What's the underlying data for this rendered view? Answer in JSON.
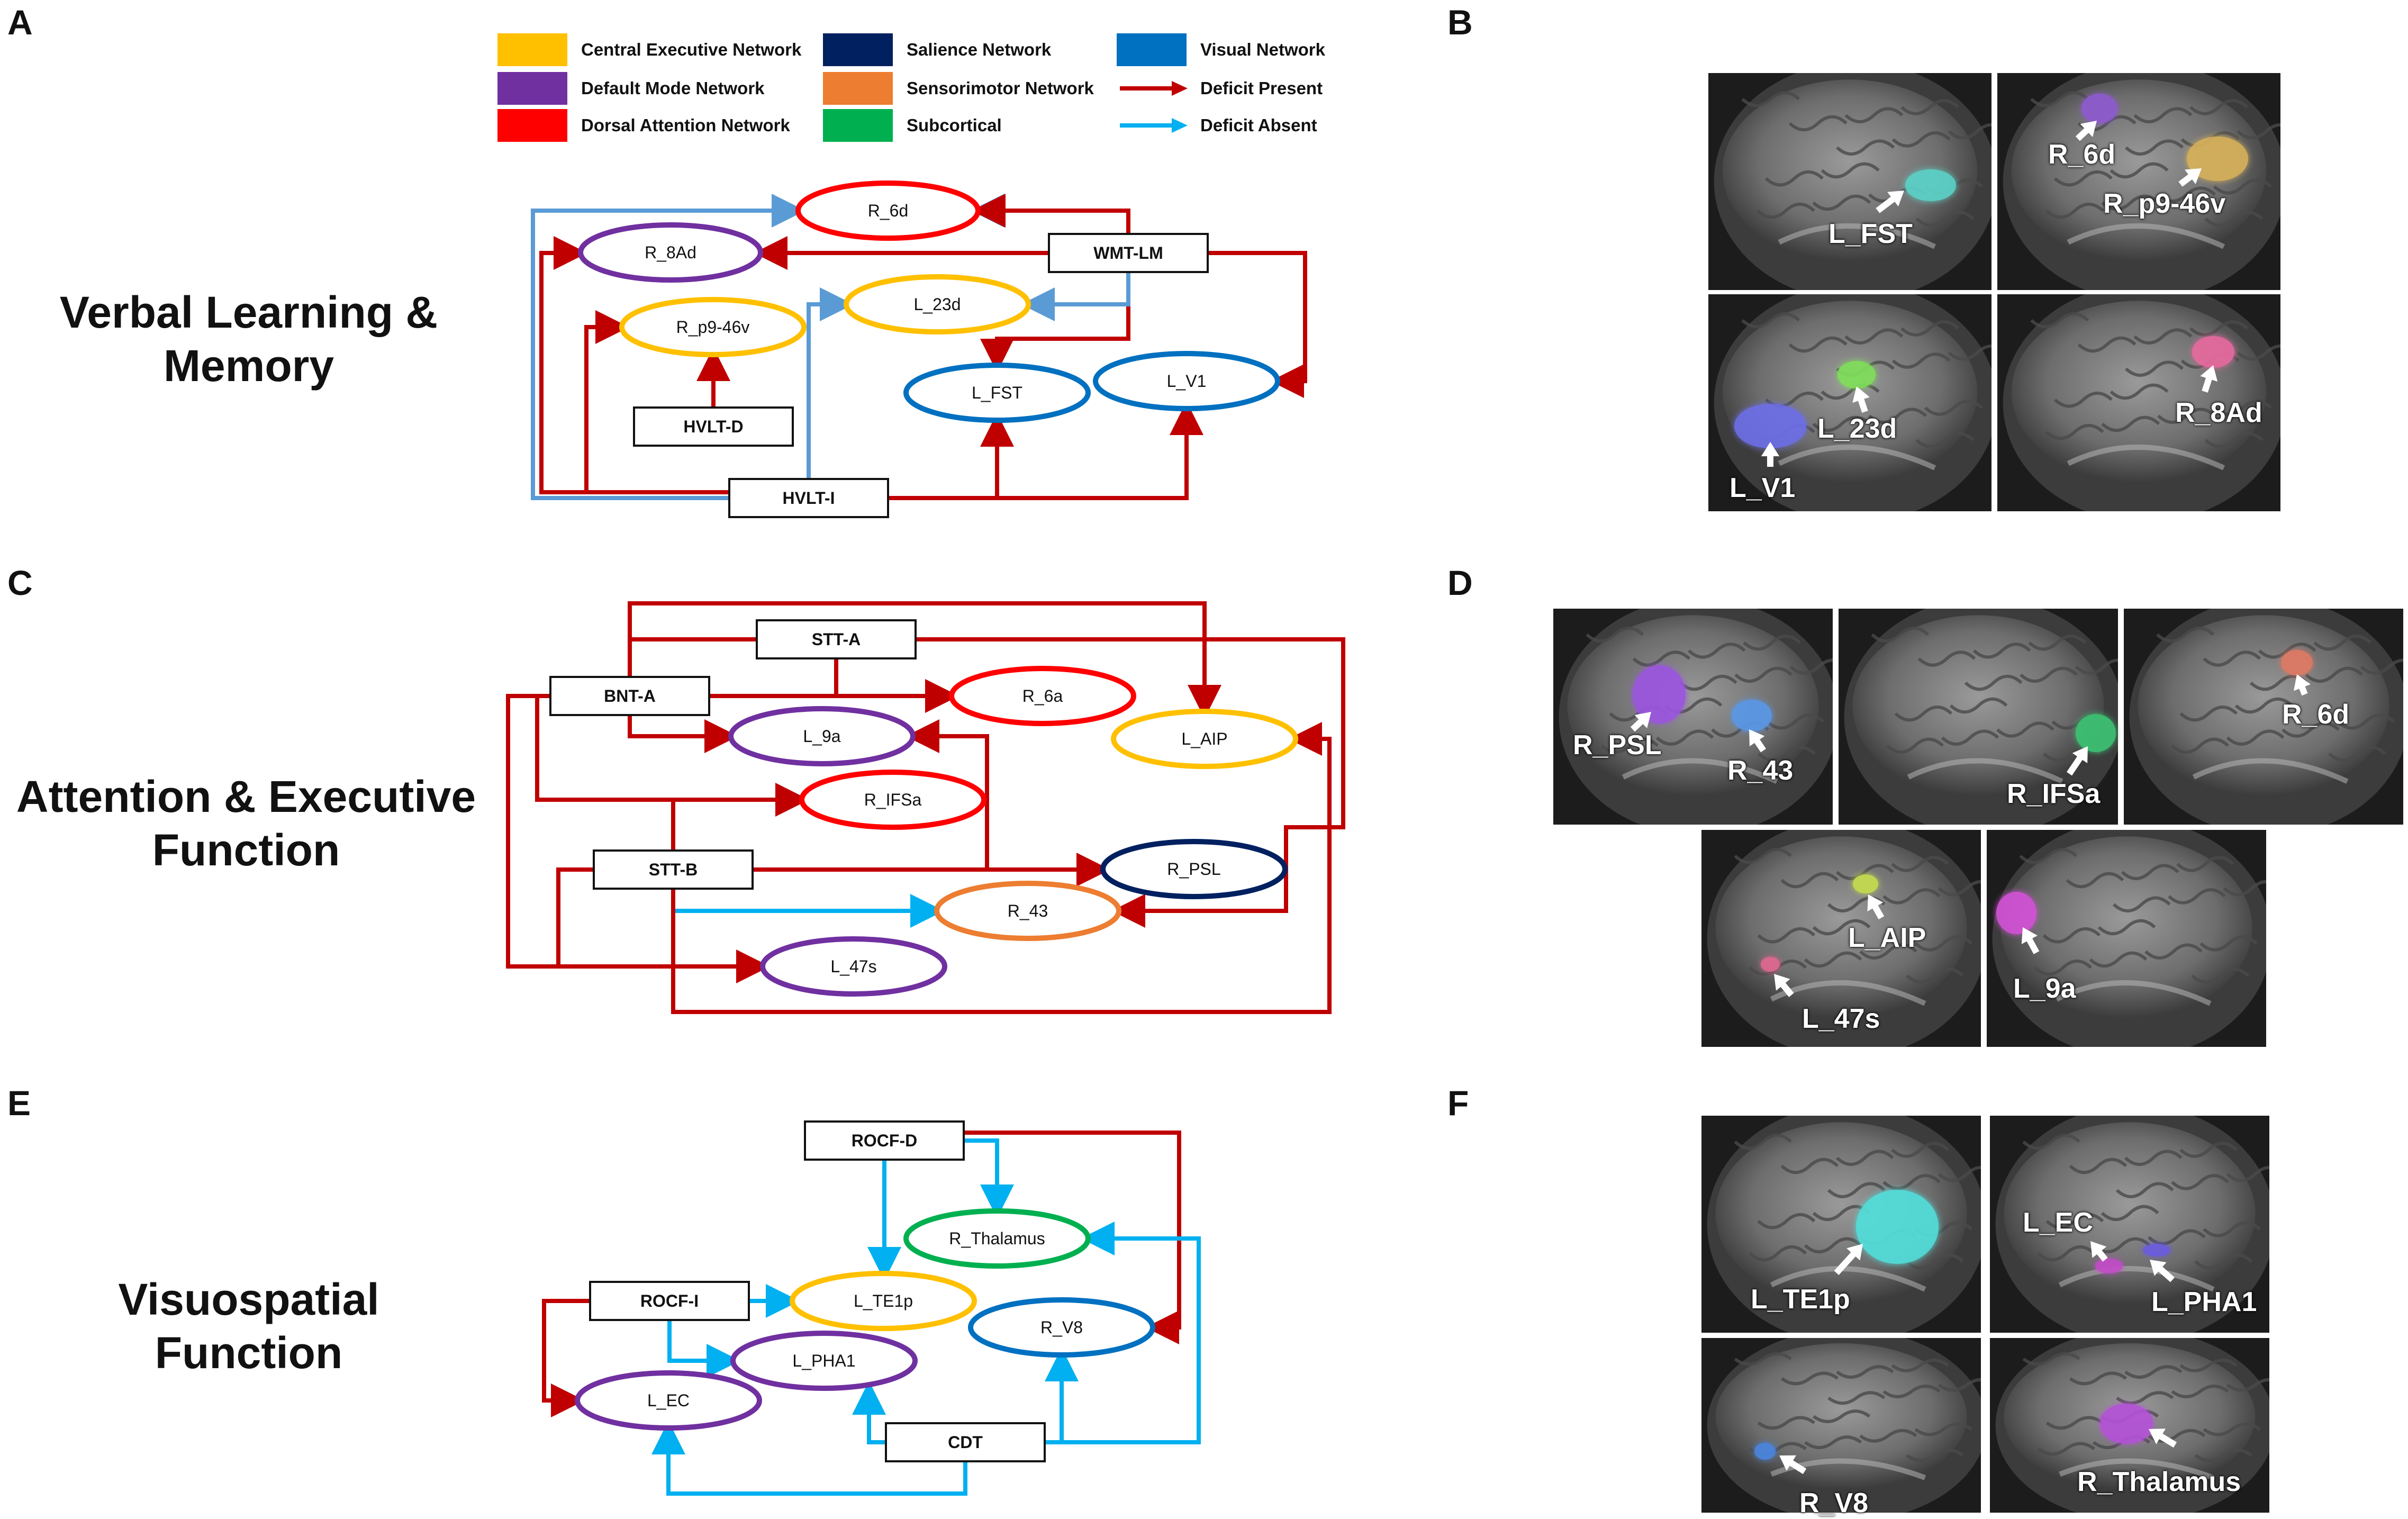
{
  "panels": {
    "A": "A",
    "B": "B",
    "C": "C",
    "D": "D",
    "E": "E",
    "F": "F"
  },
  "domains": {
    "verbal": [
      "Verbal Learning &",
      "Memory"
    ],
    "attention": [
      "Attention & Executive",
      "Function"
    ],
    "visuo": [
      "Visuospatial",
      "Function"
    ]
  },
  "legend": [
    {
      "label": "Central Executive Network",
      "color": "#FFC000",
      "kind": "swatch"
    },
    {
      "label": "Default Mode Network",
      "color": "#7030A0",
      "kind": "swatch"
    },
    {
      "label": "Dorsal Attention Network",
      "color": "#FF0000",
      "kind": "swatch"
    },
    {
      "label": "Salience Network",
      "color": "#002060",
      "kind": "swatch"
    },
    {
      "label": "Sensorimotor Network",
      "color": "#ED7D31",
      "kind": "swatch"
    },
    {
      "label": "Subcortical",
      "color": "#00B050",
      "kind": "swatch"
    },
    {
      "label": "Visual Network",
      "color": "#0070C0",
      "kind": "swatch"
    },
    {
      "label": "Deficit Present",
      "color": "#C00000",
      "kind": "arrow"
    },
    {
      "label": "Deficit Absent",
      "color": "#00B0F0",
      "kind": "arrow"
    }
  ],
  "colors": {
    "present": "#C00000",
    "absent": "#00B0F0",
    "absent_A": "#5B9BD5",
    "CEN": "#FFC000",
    "DMN": "#7030A0",
    "DAN": "#FF0000",
    "SAL": "#002060",
    "SMN": "#ED7D31",
    "SUB": "#00B050",
    "VIS": "#0070C0"
  },
  "graphA": {
    "nodes": [
      {
        "id": "R_6d",
        "label": "R_6d",
        "net": "DAN",
        "shape": "ellipse"
      },
      {
        "id": "R_8Ad",
        "label": "R_8Ad",
        "net": "DMN",
        "shape": "ellipse"
      },
      {
        "id": "R_p9-46v",
        "label": "R_p9-46v",
        "net": "CEN",
        "shape": "ellipse"
      },
      {
        "id": "L_23d",
        "label": "L_23d",
        "net": "CEN",
        "shape": "ellipse"
      },
      {
        "id": "L_FST",
        "label": "L_FST",
        "net": "VIS",
        "shape": "ellipse"
      },
      {
        "id": "L_V1",
        "label": "L_V1",
        "net": "VIS",
        "shape": "ellipse"
      },
      {
        "id": "WMT-LM",
        "label": "WMT-LM",
        "shape": "box"
      },
      {
        "id": "HVLT-D",
        "label": "HVLT-D",
        "shape": "box"
      },
      {
        "id": "HVLT-I",
        "label": "HVLT-I",
        "shape": "box"
      }
    ]
  },
  "graphC": {
    "nodes": [
      {
        "id": "STT-A",
        "label": "STT-A",
        "shape": "box"
      },
      {
        "id": "BNT-A",
        "label": "BNT-A",
        "shape": "box"
      },
      {
        "id": "STT-B",
        "label": "STT-B",
        "shape": "box"
      },
      {
        "id": "R_6a",
        "label": "R_6a",
        "net": "DAN",
        "shape": "ellipse"
      },
      {
        "id": "L_9a",
        "label": "L_9a",
        "net": "DMN",
        "shape": "ellipse"
      },
      {
        "id": "L_AIP",
        "label": "L_AIP",
        "net": "CEN",
        "shape": "ellipse"
      },
      {
        "id": "R_IFSa",
        "label": "R_IFSa",
        "net": "DAN",
        "shape": "ellipse"
      },
      {
        "id": "R_PSL",
        "label": "R_PSL",
        "net": "SAL",
        "shape": "ellipse"
      },
      {
        "id": "R_43",
        "label": "R_43",
        "net": "SMN",
        "shape": "ellipse"
      },
      {
        "id": "L_47s",
        "label": "L_47s",
        "net": "DMN",
        "shape": "ellipse"
      }
    ]
  },
  "graphE": {
    "nodes": [
      {
        "id": "ROCF-D",
        "label": "ROCF-D",
        "shape": "box"
      },
      {
        "id": "R_Thalamus",
        "label": "R_Thalamus",
        "net": "SUB",
        "shape": "ellipse"
      },
      {
        "id": "ROCF-I",
        "label": "ROCF-I",
        "shape": "box"
      },
      {
        "id": "L_TE1p",
        "label": "L_TE1p",
        "net": "CEN",
        "shape": "ellipse"
      },
      {
        "id": "R_V8",
        "label": "R_V8",
        "net": "VIS",
        "shape": "ellipse"
      },
      {
        "id": "L_PHA1",
        "label": "L_PHA1",
        "net": "DMN",
        "shape": "ellipse"
      },
      {
        "id": "L_EC",
        "label": "L_EC",
        "net": "DMN",
        "shape": "ellipse"
      },
      {
        "id": "CDT",
        "label": "CDT",
        "shape": "box"
      }
    ]
  },
  "brainsB": [
    {
      "labels": [
        "L_FST"
      ],
      "blobs": [
        {
          "color": "#5BD3C8"
        }
      ]
    },
    {
      "labels": [
        "R_6d",
        "R_p9-46v"
      ],
      "blobs": [
        {
          "color": "#8E5BD0"
        },
        {
          "color": "#D8B25A"
        }
      ]
    },
    {
      "labels": [
        "L_V1",
        "L_23d"
      ],
      "blobs": [
        {
          "color": "#6E6FE8"
        },
        {
          "color": "#7FE05A"
        }
      ]
    },
    {
      "labels": [
        "R_8Ad"
      ],
      "blobs": [
        {
          "color": "#E86AA0"
        }
      ]
    }
  ],
  "brainsD": [
    {
      "labels": [
        "R_PSL",
        "R_43"
      ],
      "blobs": [
        {
          "color": "#9B55E0"
        },
        {
          "color": "#5A98E8"
        }
      ]
    },
    {
      "labels": [
        "R_IFSa"
      ],
      "blobs": [
        {
          "color": "#3CC474"
        }
      ]
    },
    {
      "labels": [
        "R_6d"
      ],
      "blobs": [
        {
          "color": "#E07A64"
        }
      ]
    },
    {
      "labels": [
        "L_AIP",
        "L_47s"
      ],
      "blobs": [
        {
          "color": "#C6DD4E"
        },
        {
          "color": "#E26892"
        }
      ]
    },
    {
      "labels": [
        "L_9a"
      ],
      "blobs": [
        {
          "color": "#D452D8"
        }
      ]
    }
  ],
  "brainsF": [
    {
      "labels": [
        "L_TE1p"
      ],
      "blobs": [
        {
          "color": "#52E0DC"
        }
      ]
    },
    {
      "labels": [
        "L_EC",
        "L_PHA1"
      ],
      "blobs": [
        {
          "color": "#C34CC9"
        },
        {
          "color": "#6B5CE0"
        }
      ]
    },
    {
      "labels": [
        "R_V8"
      ],
      "blobs": [
        {
          "color": "#4A86E0"
        }
      ]
    },
    {
      "labels": [
        "R_Thalamus"
      ],
      "blobs": [
        {
          "color": "#B552D8"
        }
      ]
    }
  ]
}
